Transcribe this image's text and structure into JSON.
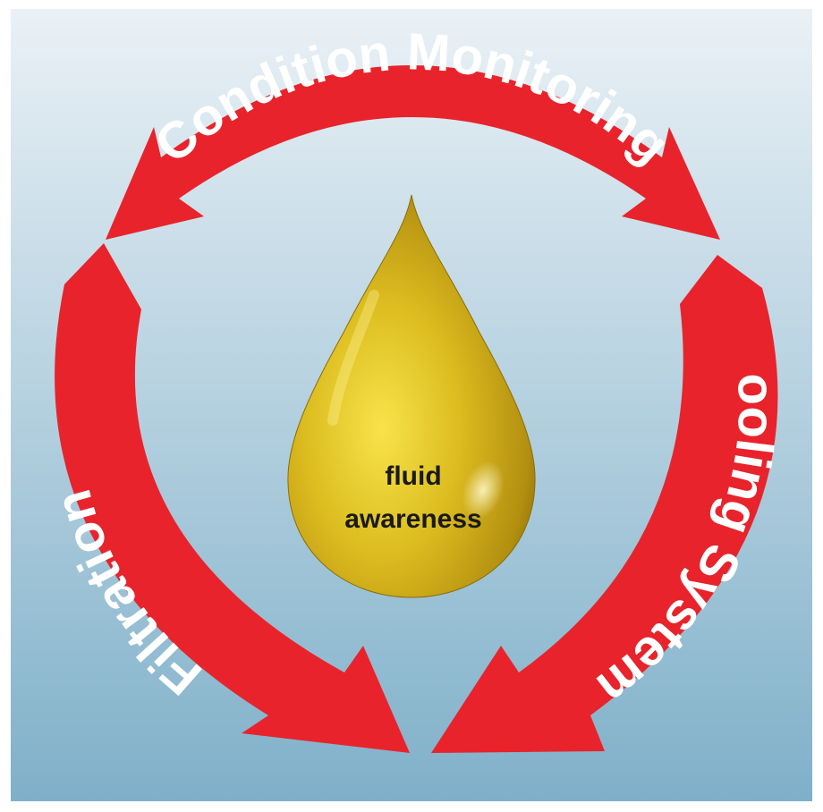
{
  "diagram": {
    "center": {
      "line1": "fluid",
      "line2": "awareness"
    },
    "arrows": [
      {
        "label": "Condition Monitoring"
      },
      {
        "label": "Cooling Systems"
      },
      {
        "label": "Filtration"
      }
    ]
  },
  "colors": {
    "arrow": "#e8232b",
    "background_top": "#eaf1f6",
    "background_bottom": "#7fb0c9",
    "droplet": "#c9a415",
    "text_white": "#ffffff",
    "text_dark": "#1a1a1a"
  }
}
